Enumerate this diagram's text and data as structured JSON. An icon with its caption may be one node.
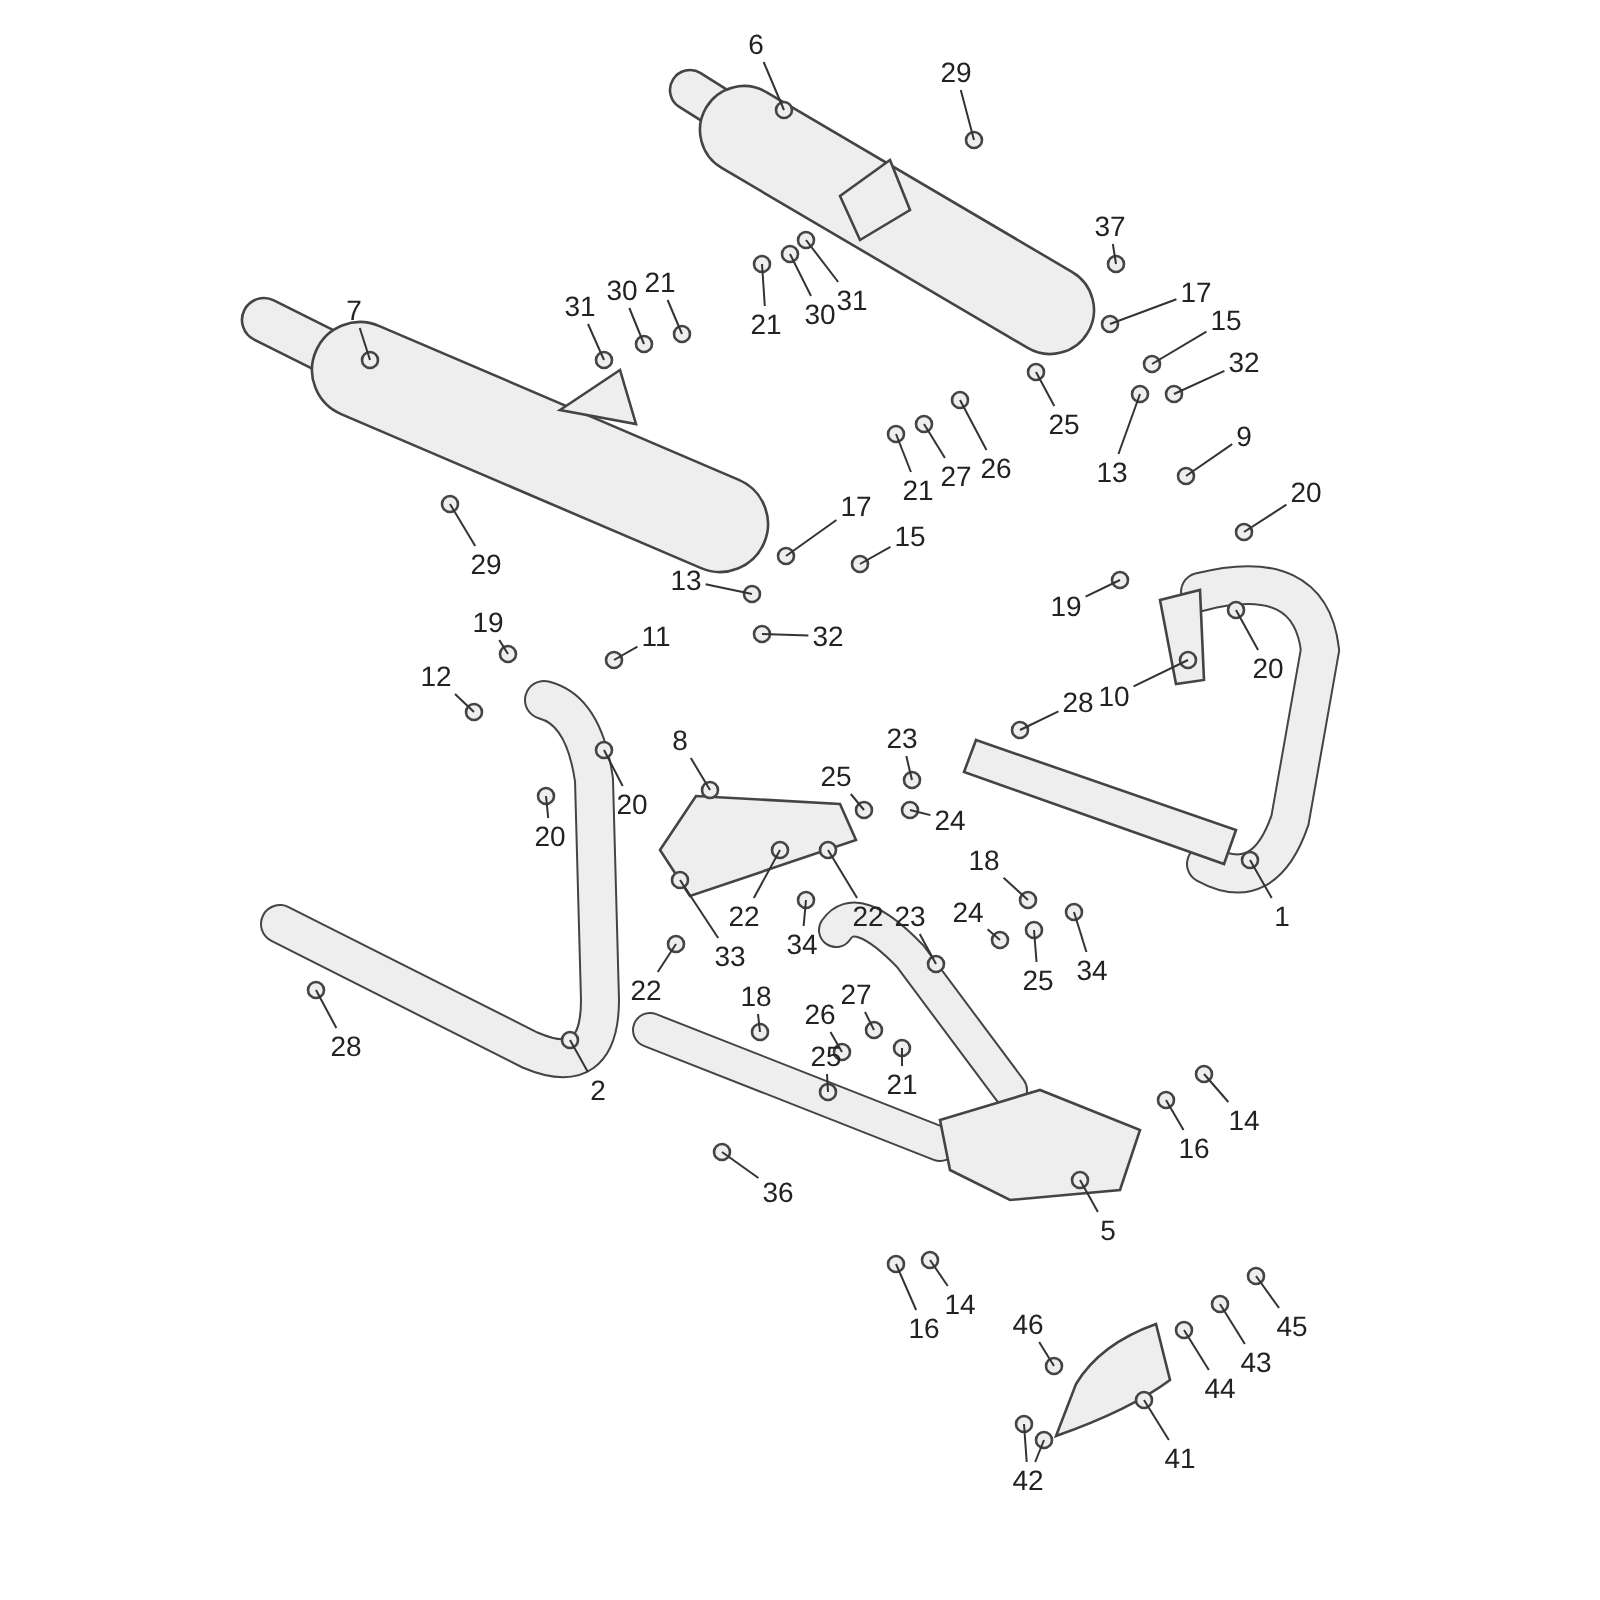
{
  "diagram": {
    "nodes": [
      {
        "text": [
          "6"
        ]
      },
      {
        "text": [
          "29"
        ]
      },
      {
        "text": [
          "37"
        ]
      },
      {
        "text": [
          "17"
        ]
      },
      {
        "text": [
          "15"
        ]
      },
      {
        "text": [
          "32"
        ]
      },
      {
        "text": [
          "21"
        ]
      },
      {
        "text": [
          "30"
        ]
      },
      {
        "text": [
          "31"
        ]
      },
      {
        "text": [
          "7"
        ]
      },
      {
        "text": [
          "31"
        ]
      },
      {
        "text": [
          "30"
        ]
      },
      {
        "text": [
          "21"
        ]
      },
      {
        "text": [
          "29"
        ]
      },
      {
        "text": [
          "25"
        ]
      },
      {
        "text": [
          "13"
        ]
      },
      {
        "text": [
          "21"
        ]
      },
      {
        "text": [
          "27"
        ]
      },
      {
        "text": [
          "26"
        ]
      },
      {
        "text": [
          "9"
        ]
      },
      {
        "text": [
          "20"
        ]
      },
      {
        "text": [
          "19"
        ]
      },
      {
        "text": [
          "17"
        ]
      },
      {
        "text": [
          "15"
        ]
      },
      {
        "text": [
          "13"
        ]
      },
      {
        "text": [
          "32"
        ]
      },
      {
        "text": [
          "19"
        ]
      },
      {
        "text": [
          "11"
        ]
      },
      {
        "text": [
          "12"
        ]
      },
      {
        "text": [
          "20"
        ]
      },
      {
        "text": [
          "10"
        ]
      },
      {
        "text": [
          "28"
        ]
      },
      {
        "text": [
          "23"
        ]
      },
      {
        "text": [
          "25"
        ]
      },
      {
        "text": [
          "24"
        ]
      },
      {
        "text": [
          "8"
        ]
      },
      {
        "text": [
          "20"
        ]
      },
      {
        "text": [
          "20"
        ]
      },
      {
        "text": [
          "18"
        ]
      },
      {
        "text": [
          "23"
        ]
      },
      {
        "text": [
          "24"
        ]
      },
      {
        "text": [
          "25"
        ]
      },
      {
        "text": [
          "34"
        ]
      },
      {
        "text": [
          "22"
        ]
      },
      {
        "text": [
          "34"
        ]
      },
      {
        "text": [
          "22"
        ]
      },
      {
        "text": [
          "33"
        ]
      },
      {
        "text": [
          "22"
        ]
      },
      {
        "text": [
          "1"
        ]
      },
      {
        "text": [
          "28"
        ]
      },
      {
        "text": [
          "2"
        ]
      },
      {
        "text": [
          "18"
        ]
      },
      {
        "text": [
          "26"
        ]
      },
      {
        "text": [
          "27"
        ]
      },
      {
        "text": [
          "25"
        ]
      },
      {
        "text": [
          "21"
        ]
      },
      {
        "text": [
          "14"
        ]
      },
      {
        "text": [
          "16"
        ]
      },
      {
        "text": [
          "36"
        ]
      },
      {
        "text": [
          "5"
        ]
      },
      {
        "text": [
          "14"
        ]
      },
      {
        "text": [
          "16"
        ]
      },
      {
        "text": [
          "46"
        ]
      },
      {
        "text": [
          "45"
        ]
      },
      {
        "text": [
          "43"
        ]
      },
      {
        "text": [
          "44"
        ]
      },
      {
        "text": [
          "41"
        ]
      },
      {
        "text": [
          "42"
        ]
      }
    ],
    "edges": [
      {
        "from": 0,
        "to": null,
        "arrow": "none"
      },
      {
        "from": 1,
        "to": null,
        "arrow": "none"
      },
      {
        "from": 2,
        "to": null,
        "arrow": "none"
      },
      {
        "from": 3,
        "to": null,
        "arrow": "none"
      },
      {
        "from": 4,
        "to": null,
        "arrow": "none"
      },
      {
        "from": 5,
        "to": null,
        "arrow": "none"
      },
      {
        "from": 6,
        "to": null,
        "arrow": "none"
      },
      {
        "from": 7,
        "to": null,
        "arrow": "none"
      },
      {
        "from": 8,
        "to": null,
        "arrow": "none"
      },
      {
        "from": 9,
        "to": null,
        "arrow": "none"
      },
      {
        "from": 10,
        "to": null,
        "arrow": "none"
      },
      {
        "from": 11,
        "to": null,
        "arrow": "none"
      },
      {
        "from": 12,
        "to": null,
        "arrow": "none"
      },
      {
        "from": 13,
        "to": null,
        "arrow": "none"
      },
      {
        "from": 14,
        "to": null,
        "arrow": "none"
      },
      {
        "from": 15,
        "to": null,
        "arrow": "none"
      },
      {
        "from": 16,
        "to": null,
        "arrow": "none"
      },
      {
        "from": 17,
        "to": null,
        "arrow": "none"
      },
      {
        "from": 18,
        "to": null,
        "arrow": "none"
      },
      {
        "from": 19,
        "to": null,
        "arrow": "none"
      },
      {
        "from": 20,
        "to": null,
        "arrow": "none"
      },
      {
        "from": 21,
        "to": null,
        "arrow": "none"
      },
      {
        "from": 22,
        "to": null,
        "arrow": "none"
      },
      {
        "from": 23,
        "to": null,
        "arrow": "none"
      },
      {
        "from": 24,
        "to": null,
        "arrow": "none"
      },
      {
        "from": 25,
        "to": null,
        "arrow": "none"
      },
      {
        "from": 26,
        "to": null,
        "arrow": "none"
      },
      {
        "from": 27,
        "to": null,
        "arrow": "none"
      },
      {
        "from": 28,
        "to": null,
        "arrow": "none"
      },
      {
        "from": 29,
        "to": null,
        "arrow": "none"
      },
      {
        "from": 30,
        "to": null,
        "arrow": "none"
      },
      {
        "from": 31,
        "to": null,
        "arrow": "none"
      },
      {
        "from": 32,
        "to": null,
        "arrow": "none"
      },
      {
        "from": 33,
        "to": null,
        "arrow": "none"
      },
      {
        "from": 34,
        "to": null,
        "arrow": "none"
      },
      {
        "from": 35,
        "to": null,
        "arrow": "none"
      },
      {
        "from": 36,
        "to": null,
        "arrow": "none"
      },
      {
        "from": 37,
        "to": null,
        "arrow": "none"
      },
      {
        "from": 38,
        "to": null,
        "arrow": "none"
      },
      {
        "from": 39,
        "to": null,
        "arrow": "none"
      },
      {
        "from": 40,
        "to": null,
        "arrow": "none"
      },
      {
        "from": 41,
        "to": null,
        "arrow": "none"
      },
      {
        "from": 42,
        "to": null,
        "arrow": "none"
      },
      {
        "from": 43,
        "to": null,
        "arrow": "none"
      },
      {
        "from": 44,
        "to": null,
        "arrow": "none"
      },
      {
        "from": 45,
        "to": null,
        "arrow": "none"
      },
      {
        "from": 46,
        "to": null,
        "arrow": "none"
      },
      {
        "from": 47,
        "to": null,
        "arrow": "none"
      },
      {
        "from": 48,
        "to": null,
        "arrow": "none"
      },
      {
        "from": 49,
        "to": null,
        "arrow": "none"
      },
      {
        "from": 50,
        "to": null,
        "arrow": "none"
      },
      {
        "from": 51,
        "to": null,
        "arrow": "none"
      },
      {
        "from": 52,
        "to": null,
        "arrow": "none"
      },
      {
        "from": 53,
        "to": null,
        "arrow": "none"
      },
      {
        "from": 54,
        "to": null,
        "arrow": "none"
      },
      {
        "from": 55,
        "to": null,
        "arrow": "none"
      },
      {
        "from": 56,
        "to": null,
        "arrow": "none"
      },
      {
        "from": 57,
        "to": null,
        "arrow": "none"
      },
      {
        "from": 58,
        "to": null,
        "arrow": "none"
      },
      {
        "from": 59,
        "to": null,
        "arrow": "none"
      },
      {
        "from": 60,
        "to": null,
        "arrow": "none"
      },
      {
        "from": 61,
        "to": null,
        "arrow": "none"
      },
      {
        "from": 62,
        "to": null,
        "arrow": "none"
      },
      {
        "from": 63,
        "to": null,
        "arrow": "none"
      },
      {
        "from": 64,
        "to": null,
        "arrow": "none"
      },
      {
        "from": 65,
        "to": null,
        "arrow": "none"
      },
      {
        "from": 66,
        "to": null,
        "arrow": "none"
      },
      {
        "from": 67,
        "to": null,
        "arrow": "none"
      },
      {
        "from": 67,
        "to": null,
        "arrow": "none"
      }
    ]
  }
}
